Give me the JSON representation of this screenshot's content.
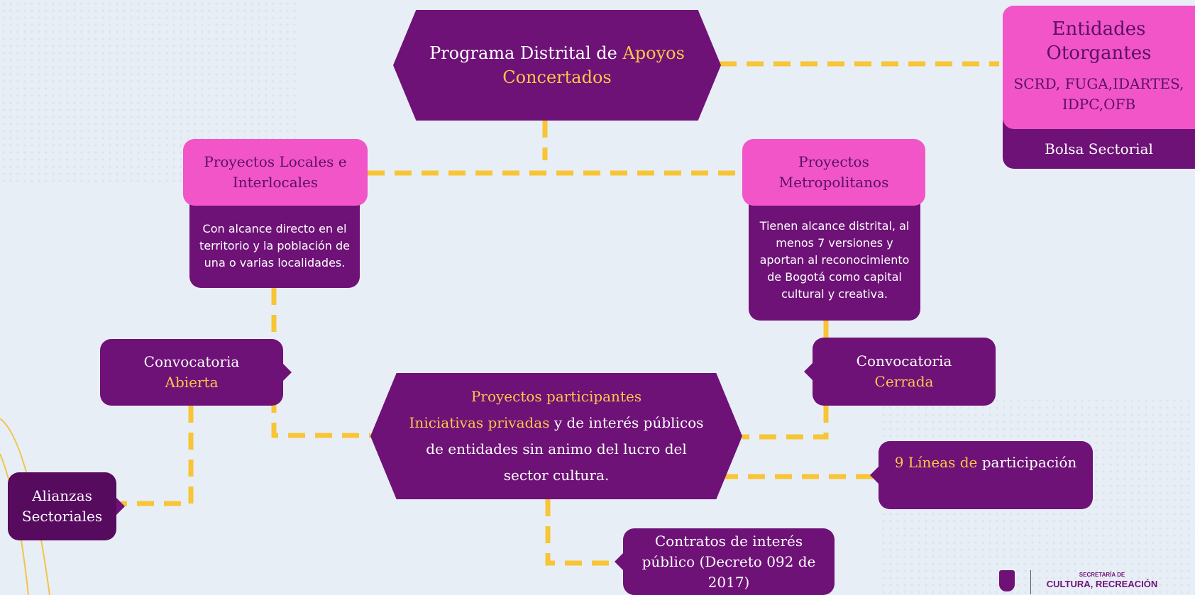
{
  "colors": {
    "purple": "#6e1277",
    "pink": "#f255c8",
    "gold": "#ffc54a",
    "connector": "#f7c536",
    "background": "#e8eef6"
  },
  "center_top": {
    "prefix": "Programa Distrital de ",
    "highlight": "Apoyos",
    "line2": "Concertados"
  },
  "entidades": {
    "title": "Entidades Otorgantes",
    "list": "SCRD, FUGA,IDARTES, IDPC,OFB",
    "footer": "Bolsa Sectorial"
  },
  "proyectos_locales": {
    "title": "Proyectos Locales e Interlocales",
    "description": "Con alcance directo en el territorio y la población de una o varias localidades."
  },
  "proyectos_metropolitanos": {
    "title": "Proyectos Metropolitanos",
    "description": "Tienen alcance distrital, al menos 7 versiones y aportan al reconocimiento de Bogotá como capital cultural y creativa."
  },
  "convocatoria_abierta": {
    "label": "Convocatoria",
    "highlight": "Abierta"
  },
  "convocatoria_cerrada": {
    "label": "Convocatoria",
    "highlight": "Cerrada"
  },
  "center_bottom": {
    "title": "Proyectos participantes",
    "highlight": "Iniciativas privadas",
    "rest": " y de interés públicos de entidades sin animo del lucro del sector cultura."
  },
  "alianzas": {
    "label": "Alianzas Sectoriales"
  },
  "lineas": {
    "highlight": "9 Líneas de",
    "rest": " participación"
  },
  "contratos": {
    "label": "Contratos de interés público (Decreto 092 de 2017)"
  },
  "logo": {
    "small": "SECRETARÍA DE",
    "big": "CULTURA, RECREACIÓN"
  }
}
